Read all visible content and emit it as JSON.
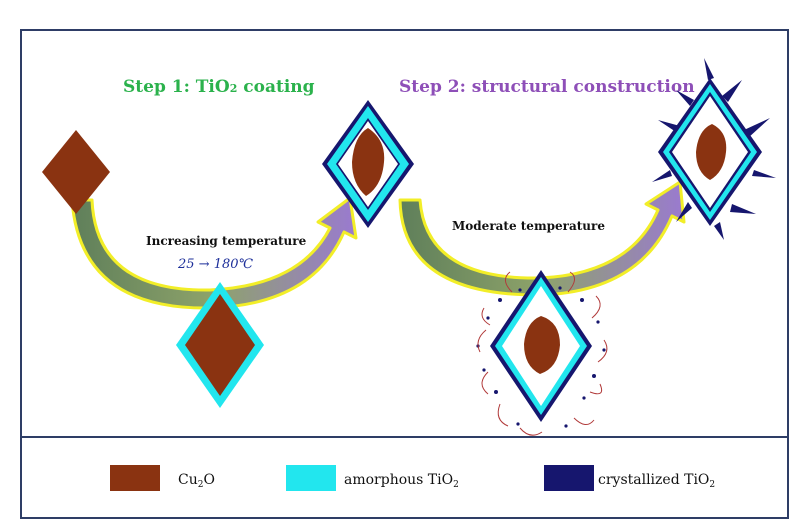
{
  "steps": {
    "step1": {
      "prefix": "Step 1: TiO",
      "sub": "2",
      "suffix": " coating"
    },
    "step2": {
      "title": "Step 2: structural construction"
    }
  },
  "arrows": {
    "left_label": "Increasing temperature",
    "left_temp": "25 → 180℃",
    "right_label": "Moderate temperature"
  },
  "legend": {
    "items": [
      {
        "base": "Cu",
        "sub": "2",
        "suffix": "O"
      },
      {
        "base": "amorphous TiO",
        "sub": "2",
        "suffix": ""
      },
      {
        "base": "crystallized TiO",
        "sub": "2",
        "suffix": ""
      }
    ]
  },
  "colors": {
    "cu2o": "#8a3311",
    "amorphous": "#22e6ee",
    "crystallized": "#16166e",
    "step1_text": "#2bb24c",
    "step2_text": "#8e4fb8",
    "temp_text": "#1d2f9a",
    "border": "#2e3d66"
  }
}
